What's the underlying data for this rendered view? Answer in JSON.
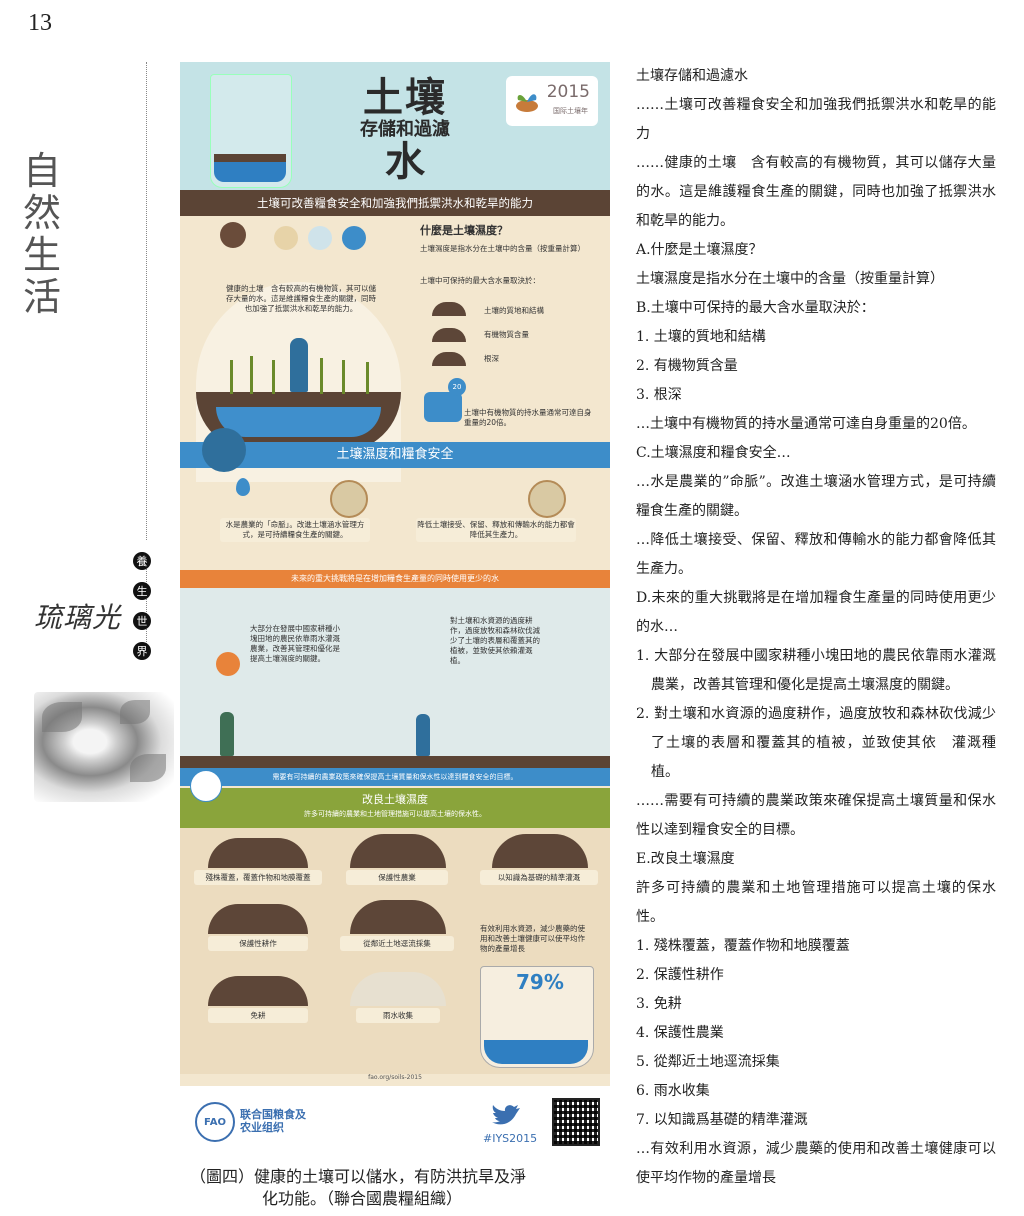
{
  "page_number": "13",
  "section_title": [
    "自",
    "然",
    "生",
    "活"
  ],
  "column_circles": [
    "養",
    "生",
    "世",
    "界"
  ],
  "column_brand": "琉璃光",
  "infographic": {
    "title_top": "土壤",
    "title_mid": "存儲和過濾",
    "title_bottom": "水",
    "logo_year": "2015",
    "logo_sub": "国际土壤年",
    "banner1": "土壤可改善糧食安全和加強我們抵禦洪水和乾旱的能力",
    "healthy_soil_text": "健康的土壤　含有較高的有機物質，其可以儲存大量的水。這是維護糧食生產的關鍵，同時也加強了抵禦洪水和乾旱的能力。",
    "what_is_title": "什麼是土壤濕度？",
    "what_is_text": "土壤濕度是指水分在土壤中的含量（按重量計算）",
    "max_water_text": "土壤中可保持的最大含水量取決於：",
    "factors": [
      "土壤的質地和結構",
      "有機物質含量",
      "根深"
    ],
    "organic_note": "土壤中有機物質的持水量通常可達自身重量的20倍。",
    "scale_badge": "20",
    "banner2": "土壤濕度和糧食安全",
    "water_lifeblood": "水是農業的「命脈」。改進土壤涵水管理方式，是可持續糧食生產的關鍵。",
    "reduced_capacity": "降低土壤接受、保留、釋放和傳輸水的能力都會降低其生產力。",
    "banner3": "未來的重大挑戰將是在增加糧食生產量的同時使用更少的水",
    "smallholders": "大部分在發展中國家耕種小塊田地的農民依靠雨水灌溉農業，改善其管理和優化是提高土壤濕度的關鍵。",
    "overuse": "對土壤和水資源的過度耕作，過度放牧和森林砍伐減少了土壤的表層和覆蓋其的植被，並致使其依賴灌溉植。",
    "banner4": "需要有可持續的農業政策來確保提高土壤質量和保水性以達到糧食安全的目標。",
    "improve_title": "改良土壤濕度",
    "improve_sub": "許多可持續的農業和土地管理措施可以提高土壤的保水性。",
    "practices": [
      "殘株覆蓋，覆蓋作物和地膜覆蓋",
      "保護性農業",
      "以知識為基礎的精準灌溉",
      "保護性耕作",
      "從鄰近土地逕流採集",
      "免耕",
      "雨水收集"
    ],
    "efficient_water": "有效利用水資源，減少農藥的使用和改善土壤健康可以使平均作物的產量增長",
    "yield_pct": "79%",
    "url": "fao.org/soils-2015"
  },
  "fao_name": [
    "联合国粮食及",
    "农业组织"
  ],
  "hashtag": "#IYS2015",
  "caption_line1": "（圖四）健康的土壤可以儲水，有防洪抗旱及淨",
  "caption_line2": "化功能。（聯合國農糧組織）",
  "body": [
    "土壤存儲和過濾水",
    "……土壤可改善糧食安全和加強我們抵禦洪水和乾旱的能力",
    "……健康的土壤　含有較高的有機物質，其可以儲存大量的水。這是維護糧食生產的關鍵，同時也加強了抵禦洪水和乾旱的能力。",
    "A.什麼是土壤濕度？",
    "土壤濕度是指水分在土壤中的含量（按重量計算）",
    "B.土壤中可保持的最大含水量取決於：",
    "1. 土壤的質地和結構",
    "2. 有機物質含量",
    "3. 根深",
    "…土壤中有機物質的持水量通常可達自身重量的20倍。",
    "C.土壤濕度和糧食安全…",
    "…水是農業的”命脈”。改進土壤涵水管理方式，是可持續糧食生產的關鍵。",
    "…降低土壤接受、保留、釋放和傳輸水的能力都會降低其生產力。",
    "D.未來的重大挑戰將是在增加糧食生產量的同時使用更少的水…",
    "1. 大部分在發展中國家耕種小塊田地的農民依靠雨水灌溉農業，改善其管理和優化是提高土壤濕度的關鍵。",
    "2. 對土壤和水資源的過度耕作，過度放牧和森林砍伐減少了土壤的表層和覆蓋其的植被，並致使其依　灌溉種植。",
    "……需要有可持續的農業政策來確保提高土壤質量和保水性以達到糧食安全的目標。",
    "E.改良土壤濕度",
    "許多可持續的農業和土地管理措施可以提高土壤的保水性。",
    "1. 殘株覆蓋，覆蓋作物和地膜覆蓋",
    "2. 保護性耕作",
    "3. 免耕",
    "4. 保護性農業",
    "5. 從鄰近土地逕流採集",
    "6. 雨水收集",
    "7. 以知識爲基礎的精準灌溉",
    "…有效利用水資源，減少農藥的使用和改善土壤健康可以使平均作物的產量增長"
  ]
}
